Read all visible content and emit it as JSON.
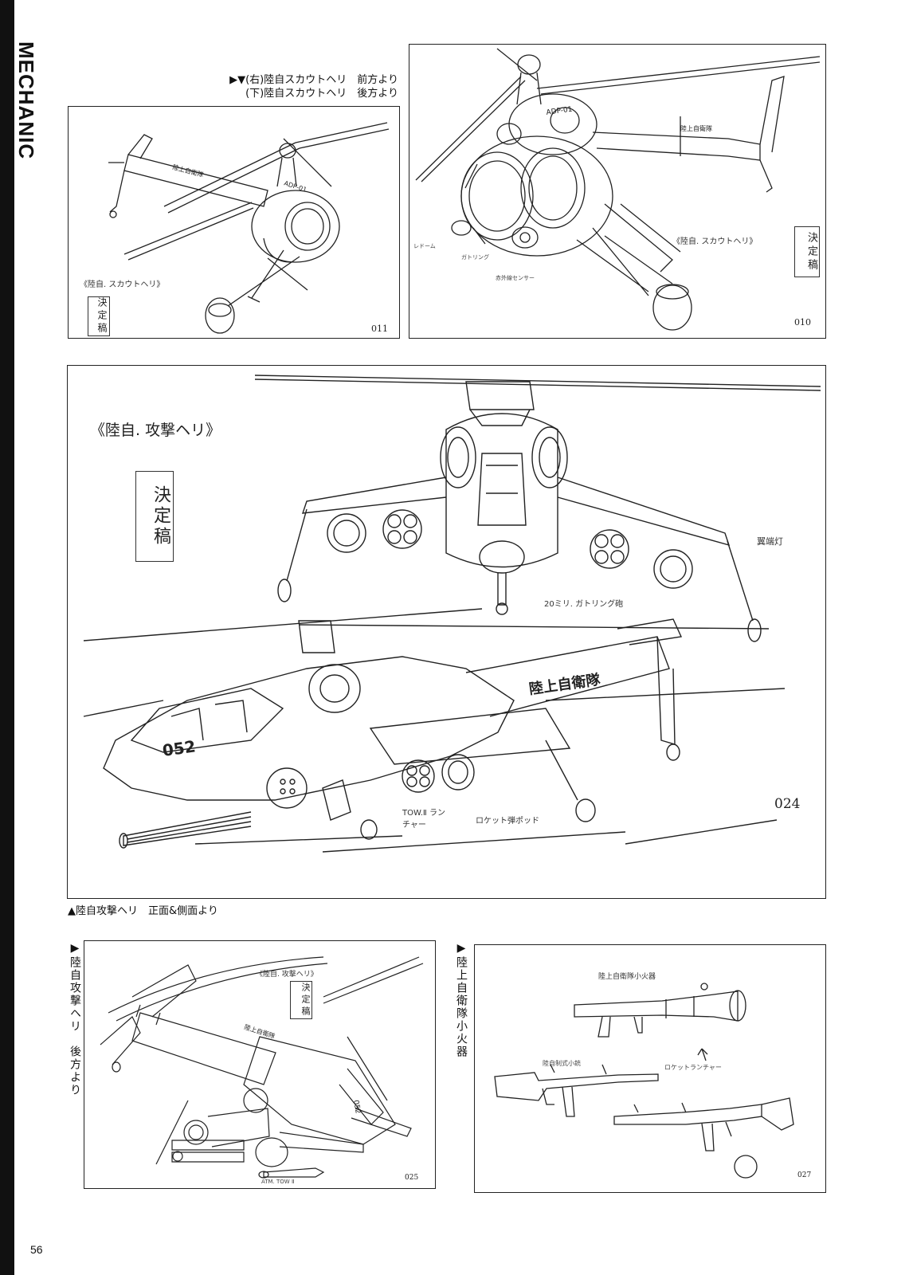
{
  "page": {
    "section_label": "MECHANIC",
    "page_number": "56"
  },
  "captions": {
    "top_line1": "▶▼(右)陸自スカウトヘリ　前方より",
    "top_line2": "(下)陸自スカウトヘリ　後方より",
    "middle": "▲陸自攻撃ヘリ　正面&側面より",
    "bottom_left_vertical": "▶陸自攻撃ヘリ　後方より",
    "bottom_right_vertical": "▶陸上自衛隊小火器"
  },
  "sheets": {
    "scout_rear": {
      "number": "011",
      "title": "《陸自. スカウトヘリ》",
      "stamp": "決定稿",
      "tail_text": "陸上自衛隊",
      "code": "ADP-01"
    },
    "scout_front": {
      "number": "010",
      "title": "《陸自. スカウトヘリ》",
      "stamp": "決定稿",
      "tail_text": "陸上自衛隊",
      "code": "ADP-01",
      "labels": [
        "レドーム",
        "ガトリング",
        "赤外線センサー"
      ]
    },
    "attack_main": {
      "number": "024",
      "title": "《陸自. 攻撃ヘリ》",
      "stamp": "決定稿",
      "tail_text": "陸上自衛隊",
      "fuselage_number": "052",
      "labels": {
        "wingtip_light": "翼端灯",
        "gun": "20ミリ. ガトリング砲",
        "tow": "TOW.Ⅱ ランチャー",
        "rocket": "ロケット弾ポッド"
      }
    },
    "attack_rear": {
      "number": "025",
      "title": "《陸自. 攻撃ヘリ》",
      "stamp": "決定稿",
      "tail_text": "陸上自衛隊",
      "fuselage_number": "052",
      "labels": {
        "atm": "ATM. TOW Ⅱ"
      }
    },
    "small_arms": {
      "number": "027",
      "title": "陸上自衛隊小火器",
      "labels": {
        "rocket_launcher": "ロケットランチャー",
        "rifle": "陸自制式小銃"
      }
    }
  }
}
